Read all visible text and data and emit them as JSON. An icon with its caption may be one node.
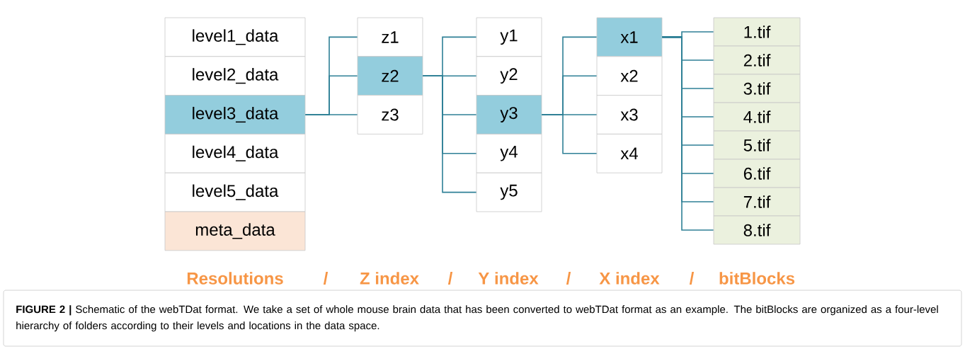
{
  "diagram": {
    "caption": "**FIGURE 2 |** Schematic of the webTDat format. We take a set of whole mouse brain data that has been converted to webTDat format as an example. The bitBlocks are organized as a four-level hierarchy of folders according to their levels and locations in the data space.",
    "nodes": [
      {
        "text": [
          "level1_data"
        ]
      },
      {
        "text": [
          "level2_data"
        ]
      },
      {
        "text": [
          "level3_data"
        ]
      },
      {
        "text": [
          "level4_data"
        ]
      },
      {
        "text": [
          "level5_data"
        ]
      },
      {
        "text": [
          "meta_data"
        ]
      },
      {
        "text": [
          "z1"
        ]
      },
      {
        "text": [
          "z2"
        ]
      },
      {
        "text": [
          "z3"
        ]
      },
      {
        "text": [
          "y1"
        ]
      },
      {
        "text": [
          "y2"
        ]
      },
      {
        "text": [
          "y3"
        ]
      },
      {
        "text": [
          "y4"
        ]
      },
      {
        "text": [
          "y5"
        ]
      },
      {
        "text": [
          "x1"
        ]
      },
      {
        "text": [
          "x2"
        ]
      },
      {
        "text": [
          "x3"
        ]
      },
      {
        "text": [
          "x4"
        ]
      },
      {
        "text": [
          "1.tif"
        ]
      },
      {
        "text": [
          "2.tif"
        ]
      },
      {
        "text": [
          "3.tif"
        ]
      },
      {
        "text": [
          "4.tif"
        ]
      },
      {
        "text": [
          "5.tif"
        ]
      },
      {
        "text": [
          "6.tif"
        ]
      },
      {
        "text": [
          "7.tif"
        ]
      },
      {
        "text": [
          "8.tif"
        ]
      }
    ],
    "edges": [
      {
        "from": 2,
        "to": 6,
        "arrow": "none"
      },
      {
        "from": 2,
        "to": 7,
        "arrow": "none"
      },
      {
        "from": 2,
        "to": 8,
        "arrow": "none"
      },
      {
        "from": 7,
        "to": 9,
        "arrow": "none"
      },
      {
        "from": 7,
        "to": 10,
        "arrow": "none"
      },
      {
        "from": 7,
        "to": 11,
        "arrow": "none"
      },
      {
        "from": 7,
        "to": 12,
        "arrow": "none"
      },
      {
        "from": 7,
        "to": 13,
        "arrow": "none"
      },
      {
        "from": 11,
        "to": 14,
        "arrow": "none"
      },
      {
        "from": 11,
        "to": 15,
        "arrow": "none"
      },
      {
        "from": 11,
        "to": 16,
        "arrow": "none"
      },
      {
        "from": 11,
        "to": 17,
        "arrow": "none"
      },
      {
        "from": 14,
        "to": 18,
        "arrow": "none"
      },
      {
        "from": 14,
        "to": 19,
        "arrow": "none"
      },
      {
        "from": 14,
        "to": 20,
        "arrow": "none"
      },
      {
        "from": 14,
        "to": 21,
        "arrow": "none"
      },
      {
        "from": 14,
        "to": 22,
        "arrow": "none"
      },
      {
        "from": 14,
        "to": 23,
        "arrow": "none"
      },
      {
        "from": 14,
        "to": 24,
        "arrow": "none"
      },
      {
        "from": 14,
        "to": 25,
        "arrow": "none"
      }
    ],
    "labels": [
      "Resolutions",
      "/",
      "Z index",
      "/",
      "Y index",
      "/",
      "X index",
      "/",
      "bitBlocks"
    ]
  }
}
